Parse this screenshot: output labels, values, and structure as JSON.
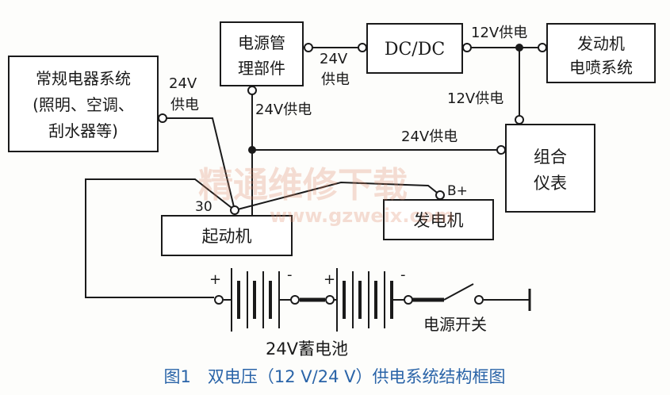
{
  "colors": {
    "ink": "#1a1a1a",
    "caption": "#2a64a8",
    "watermark": "#e08a6a"
  },
  "boxes": {
    "conventional": [
      "常规电器系统",
      "(照明、空调、",
      "刮水器等)"
    ],
    "power_mgmt": [
      "电源管",
      "理部件"
    ],
    "dcdc": "DC/DC",
    "efi": [
      "发动机",
      "电喷系统"
    ],
    "cluster": [
      "组合",
      "仪表"
    ],
    "starter": "起动机",
    "generator": "发电机"
  },
  "labels": {
    "v24_left_top": "24V",
    "v24_left_bottom": "供电",
    "v24_pm_down": "24V供电",
    "v24_pm_dcdc_top": "24V",
    "v24_pm_dcdc_bottom": "供电",
    "v12_top": "12V供电",
    "v12_right": "12V供电",
    "v24_cluster": "24V供电",
    "terminal_30": "30",
    "terminal_b": "B+",
    "plus1": "+",
    "minus1": "-",
    "plus2": "+",
    "minus2": "-",
    "switch": "电源开关",
    "battery": "24V蓄电池"
  },
  "watermark": {
    "cn": "精通维修下载",
    "url": "www.gzweix.com"
  },
  "caption": "图1　双电压（12 V/24 V）供电系统结构框图"
}
